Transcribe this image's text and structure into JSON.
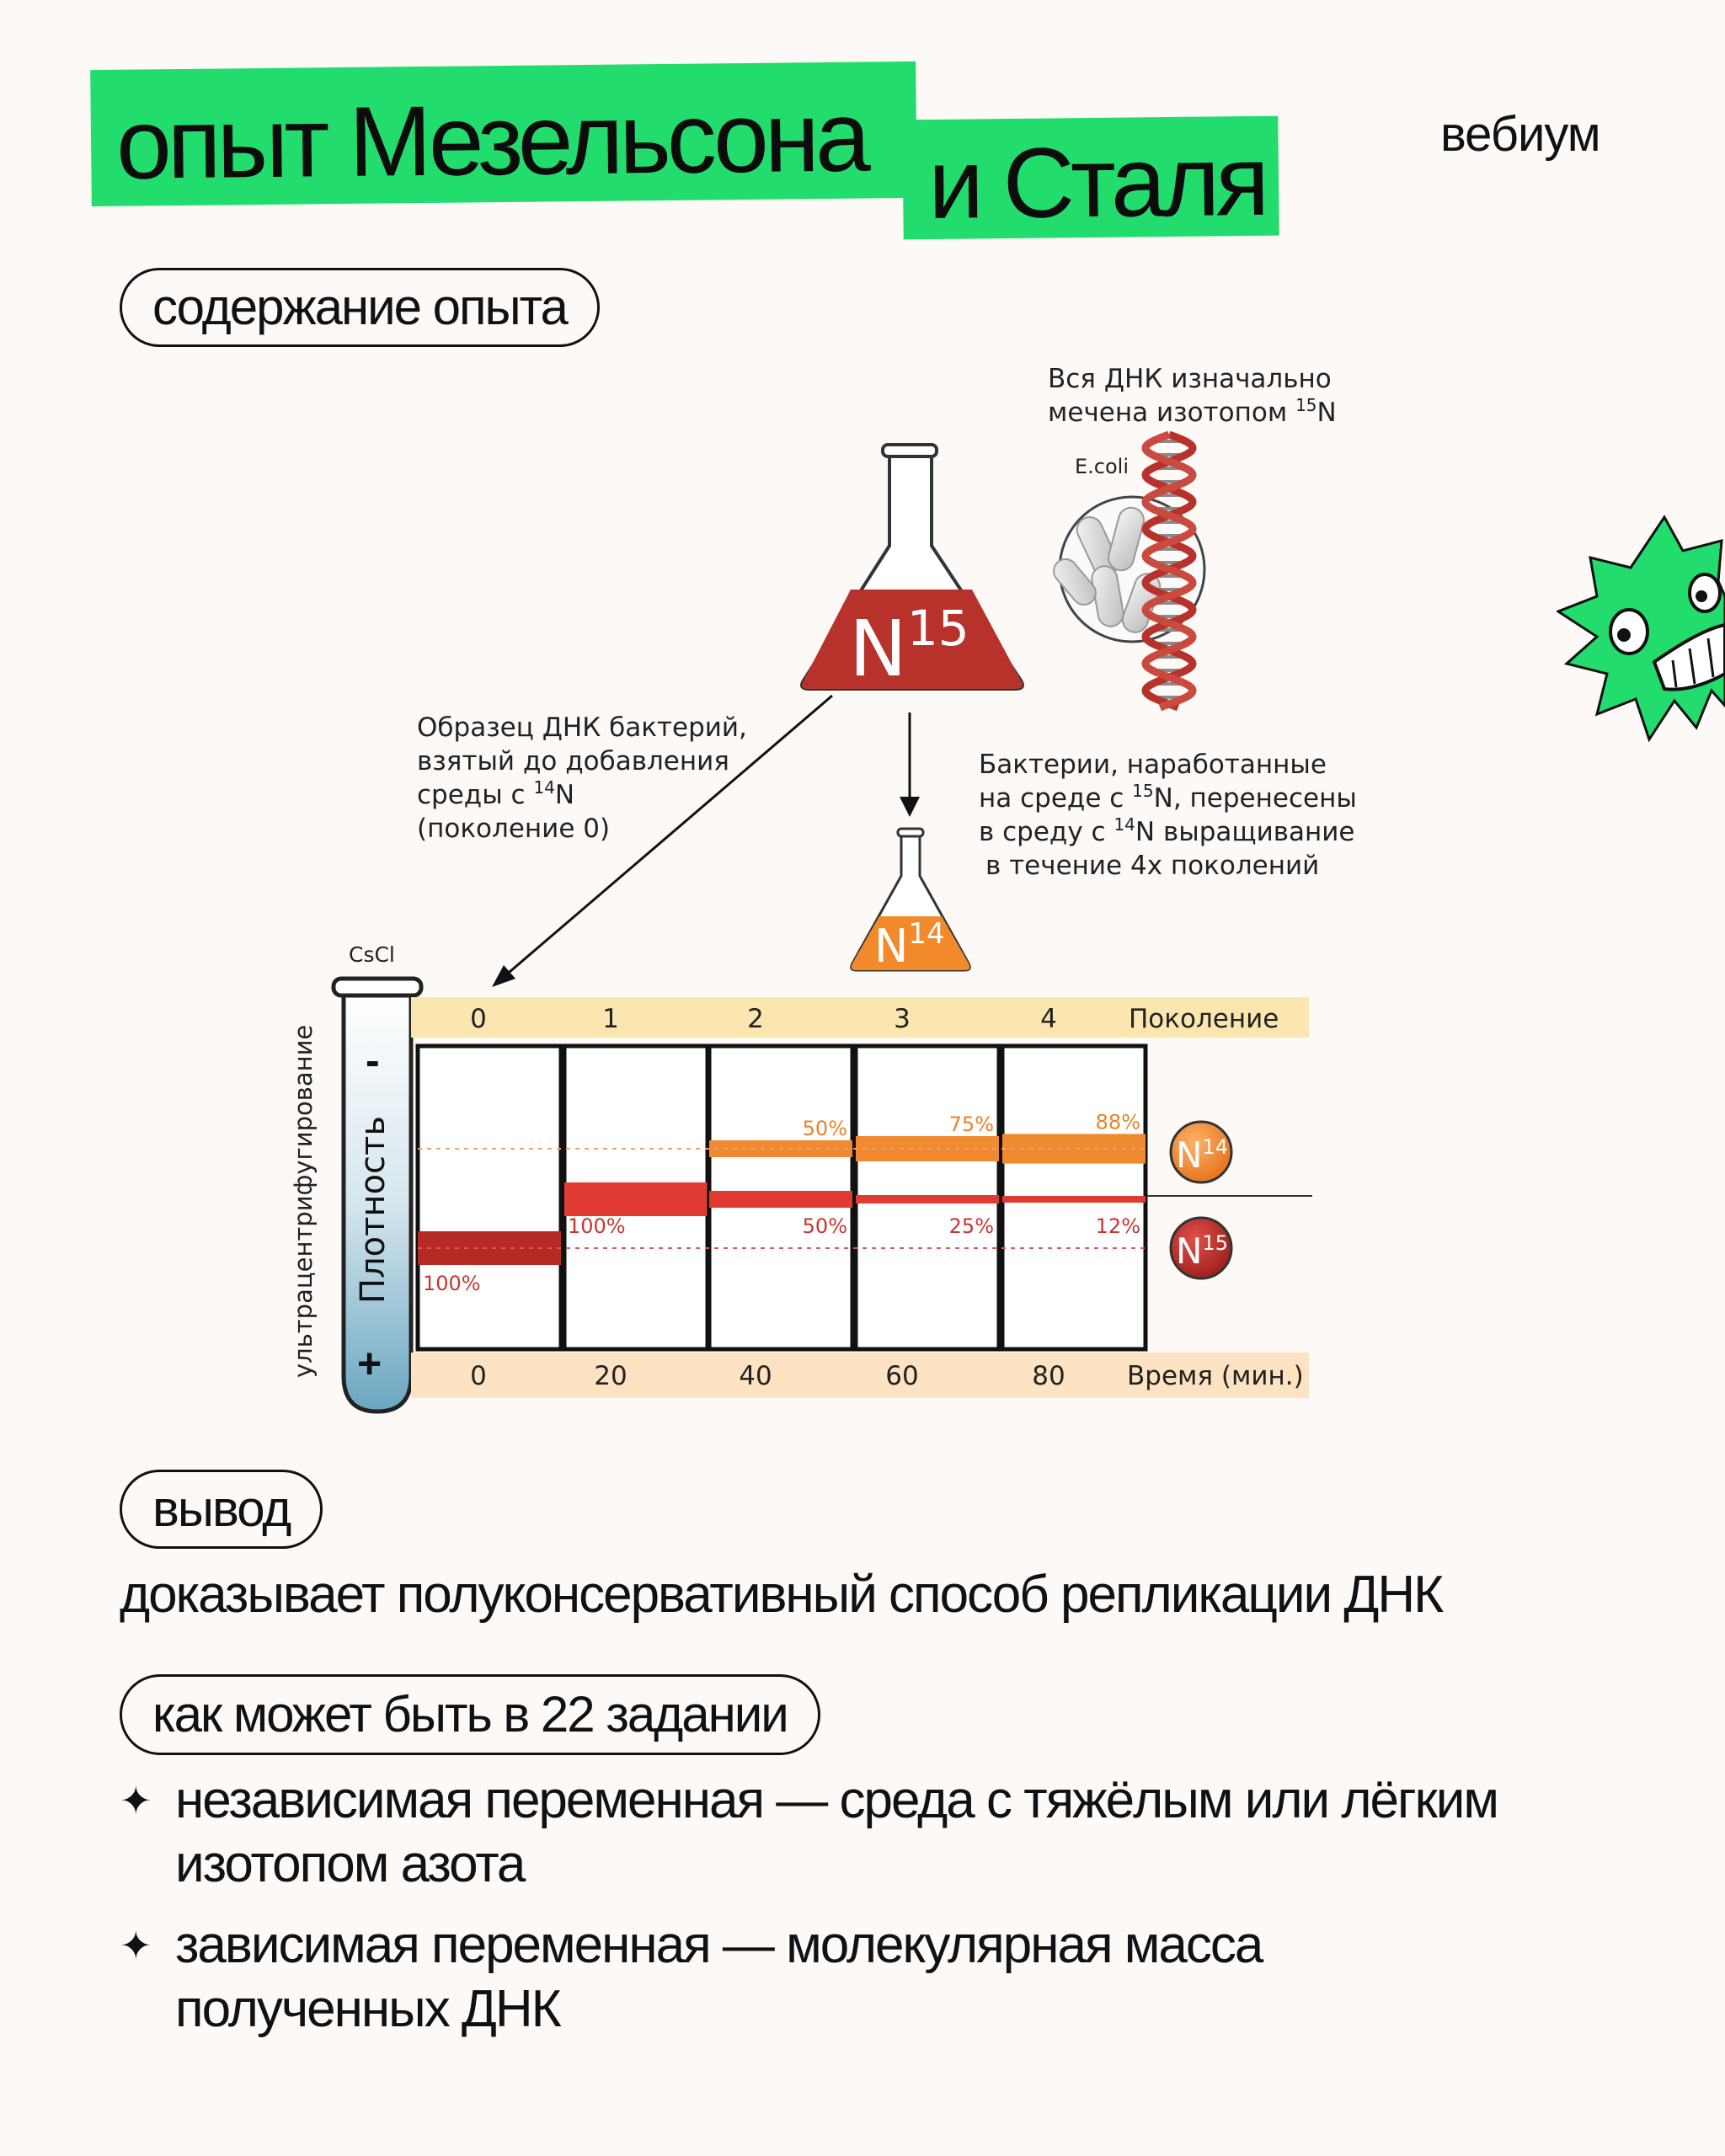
{
  "header": {
    "title_line1": "опыт Мезельсона",
    "title_line2": "и Сталя",
    "brand": "вебиум"
  },
  "sections": {
    "content_label": "содержание опыта",
    "conclusion_label": "вывод",
    "conclusion_text": "доказывает полуконсервативный способ репликации ДНК",
    "task_label": "как может быть в 22 задании"
  },
  "bullets": [
    {
      "marker": "✦",
      "text": "независимая переменная — среда с тяжёлым или лёгким\nизотопом азота"
    },
    {
      "marker": "✦",
      "text": "зависимая переменная — молекулярная масса\nполученных ДНК"
    }
  ],
  "diagram": {
    "note_top": [
      "Вся ДНК изначально",
      "мечена изотопом ",
      "15",
      "N"
    ],
    "ecoli_label": "E.coli",
    "flask_big": {
      "symbol": "N",
      "sup": "15"
    },
    "flask_small": {
      "symbol": "N",
      "sup": "14"
    },
    "note_left": [
      "Образец ДНК бактерий,",
      "взятый до добавления",
      "среды с ",
      "14",
      "N",
      "(поколение 0)"
    ],
    "note_right": [
      "Бактерии, наработанные",
      "на среде с ",
      "15",
      "N, перенесены",
      "в среду с ",
      "14",
      "N выращивание",
      "в течение 4х поколений"
    ],
    "tube_label": "CsCl",
    "tube_minus": "-",
    "tube_plus": "+",
    "density_label": "Плотность",
    "centrifuge_label": "ультрацентрифугирование",
    "generations_label": "Поколение",
    "generations": [
      "0",
      "1",
      "2",
      "3",
      "4"
    ],
    "time_label": "Время (мин.)",
    "times": [
      "0",
      "20",
      "40",
      "60",
      "80"
    ],
    "legend_light": {
      "symbol": "N",
      "sup": "14"
    },
    "legend_heavy": {
      "symbol": "N",
      "sup": "15"
    },
    "columns": [
      {
        "bands": [
          {
            "type": "heavy",
            "label": "100%",
            "fraction": 1.0
          }
        ]
      },
      {
        "bands": [
          {
            "type": "hybrid",
            "label": "100%",
            "fraction": 1.0
          }
        ]
      },
      {
        "bands": [
          {
            "type": "light",
            "label": "50%",
            "fraction": 0.5
          },
          {
            "type": "hybrid",
            "label": "50%",
            "fraction": 0.5
          }
        ]
      },
      {
        "bands": [
          {
            "type": "light",
            "label": "75%",
            "fraction": 0.75
          },
          {
            "type": "hybrid",
            "label": "25%",
            "fraction": 0.25
          }
        ]
      },
      {
        "bands": [
          {
            "type": "light",
            "label": "88%",
            "fraction": 0.88
          },
          {
            "type": "hybrid",
            "label": "12%",
            "fraction": 0.12
          }
        ]
      }
    ],
    "colors": {
      "heavy": "#b52a25",
      "hybrid": "#e03a33",
      "light": "#f08a30",
      "flask_big": "#b8322c",
      "flask_small": "#f28a2c",
      "header_bar": "#fbe6b0",
      "footer_bar": "#fde3c2"
    }
  },
  "accent": "#22dd6e"
}
